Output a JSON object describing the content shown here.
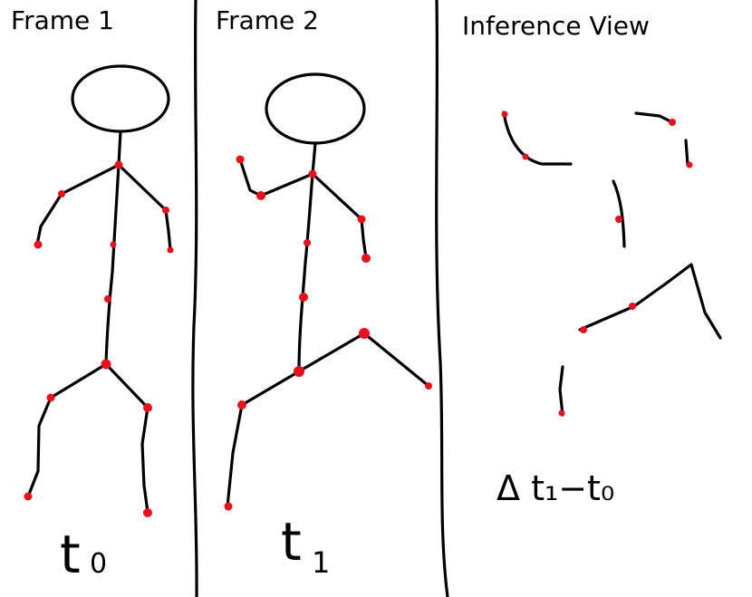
{
  "panels": [
    {
      "title": "Frame 1",
      "time_label": "t",
      "time_sub": "0"
    },
    {
      "title": "Frame 2",
      "time_label": "t",
      "time_sub": "1"
    },
    {
      "title": "Inference View",
      "delta_label": "Δ t₁−t₀"
    }
  ],
  "colors": {
    "ink": "#000000",
    "joint": "#e8101a",
    "background": "#ffffff"
  }
}
